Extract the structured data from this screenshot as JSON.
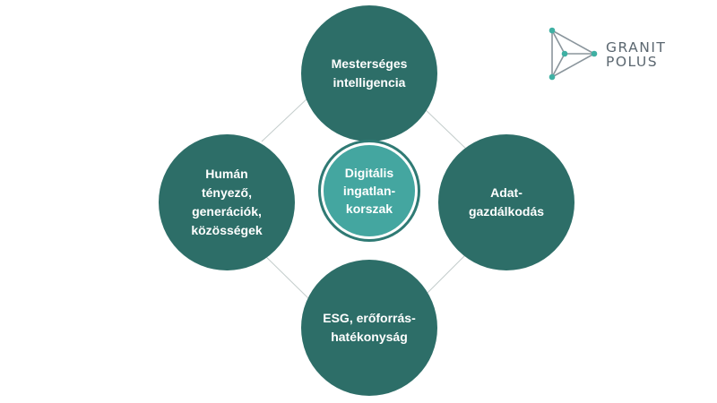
{
  "diagram": {
    "center": {
      "label": "Digitális\ningatlan-\nkorszak"
    },
    "nodes": [
      {
        "id": "top",
        "label": "Mesterséges\nintelligencia"
      },
      {
        "id": "right",
        "label": "Adat-\ngazdálkodás"
      },
      {
        "id": "bottom",
        "label": "ESG, erőforrás-\nhatékonyság"
      },
      {
        "id": "left",
        "label": "Humán\ntényező,\ngenerációk,\nközösségek"
      }
    ],
    "colors": {
      "outer_fill": "#2d6e68",
      "center_fill": "#44a6a0",
      "connector": "#c4cdcc",
      "logo_teal": "#3fb0a3",
      "logo_text": "#5b6770"
    }
  },
  "logo": {
    "line1": "GRANIT",
    "line2": "POLUS",
    "icon": "granit-polus-logo-icon"
  }
}
